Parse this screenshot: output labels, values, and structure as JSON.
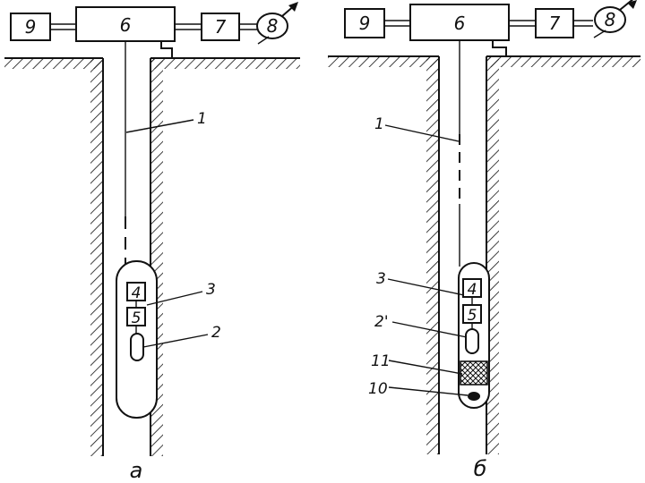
{
  "diagram_a": {
    "box9": "9",
    "box6": "6",
    "box7": "7",
    "circle8": "8",
    "label1": "1",
    "box4": "4",
    "box5": "5",
    "label3": "3",
    "label2": "2",
    "caption": "а"
  },
  "diagram_b": {
    "box9": "9",
    "box6": "6",
    "box7": "7",
    "circle8": "8",
    "label1": "1",
    "label3": "3",
    "box4": "4",
    "box5": "5",
    "label2prime": "2'",
    "label11": "11",
    "label10": "10",
    "caption": "б"
  }
}
